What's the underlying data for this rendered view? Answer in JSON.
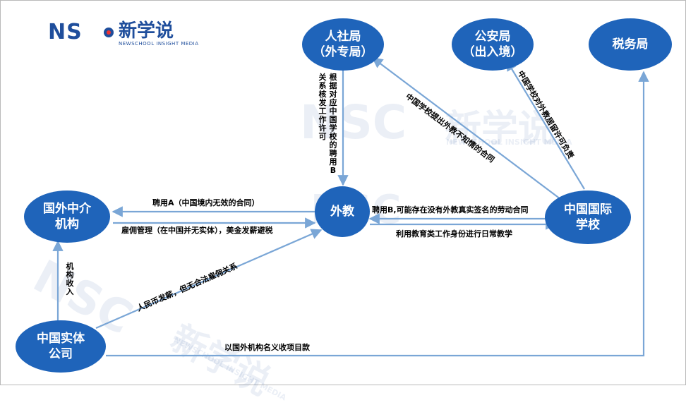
{
  "logo": {
    "mark": "NS",
    "cn": "新学说",
    "en": "NEWSCHOOL INSIGHT MEDIA"
  },
  "watermark": {
    "mark": "NSC",
    "cn": "新学说",
    "en": "NEWSCHOOL INSIGHT MEDIA"
  },
  "colors": {
    "node": "#1f64ba",
    "arrow": "#7aa6d6",
    "text": "#000000"
  },
  "nodes": {
    "hrb": {
      "line1": "人社局",
      "line2": "（外专局）"
    },
    "police": {
      "line1": "公安局",
      "line2": "（出入境）"
    },
    "tax": {
      "line1": "税务局"
    },
    "agency": {
      "line1": "国外中介",
      "line2": "机构"
    },
    "teacher": {
      "line1": "外教"
    },
    "school": {
      "line1": "中国国际",
      "line2": "学校"
    },
    "company": {
      "line1": "中国实体",
      "line2": "公司"
    }
  },
  "labels": {
    "hire_a": "聘用A（中国境内无效的合同）",
    "employ": "雇佣管理（在中国并无实体），美金发薪避税",
    "hire_b": "聘用B,可能存在没有外教真实签名的劳动合同",
    "edu": "利用教育类工作身份进行日常教学",
    "rmb": "人民币发薪，但无合法雇佣关系",
    "income": "机构收入",
    "tax_collect": "以国外机构名义收项目款",
    "permit_col1": "根据对应中国学校的聘用B",
    "permit_col2": "关系核发工作许可",
    "submit": "中国学校提出外教不知情的合同",
    "residence": "中国学校对外教居留许可负责"
  }
}
